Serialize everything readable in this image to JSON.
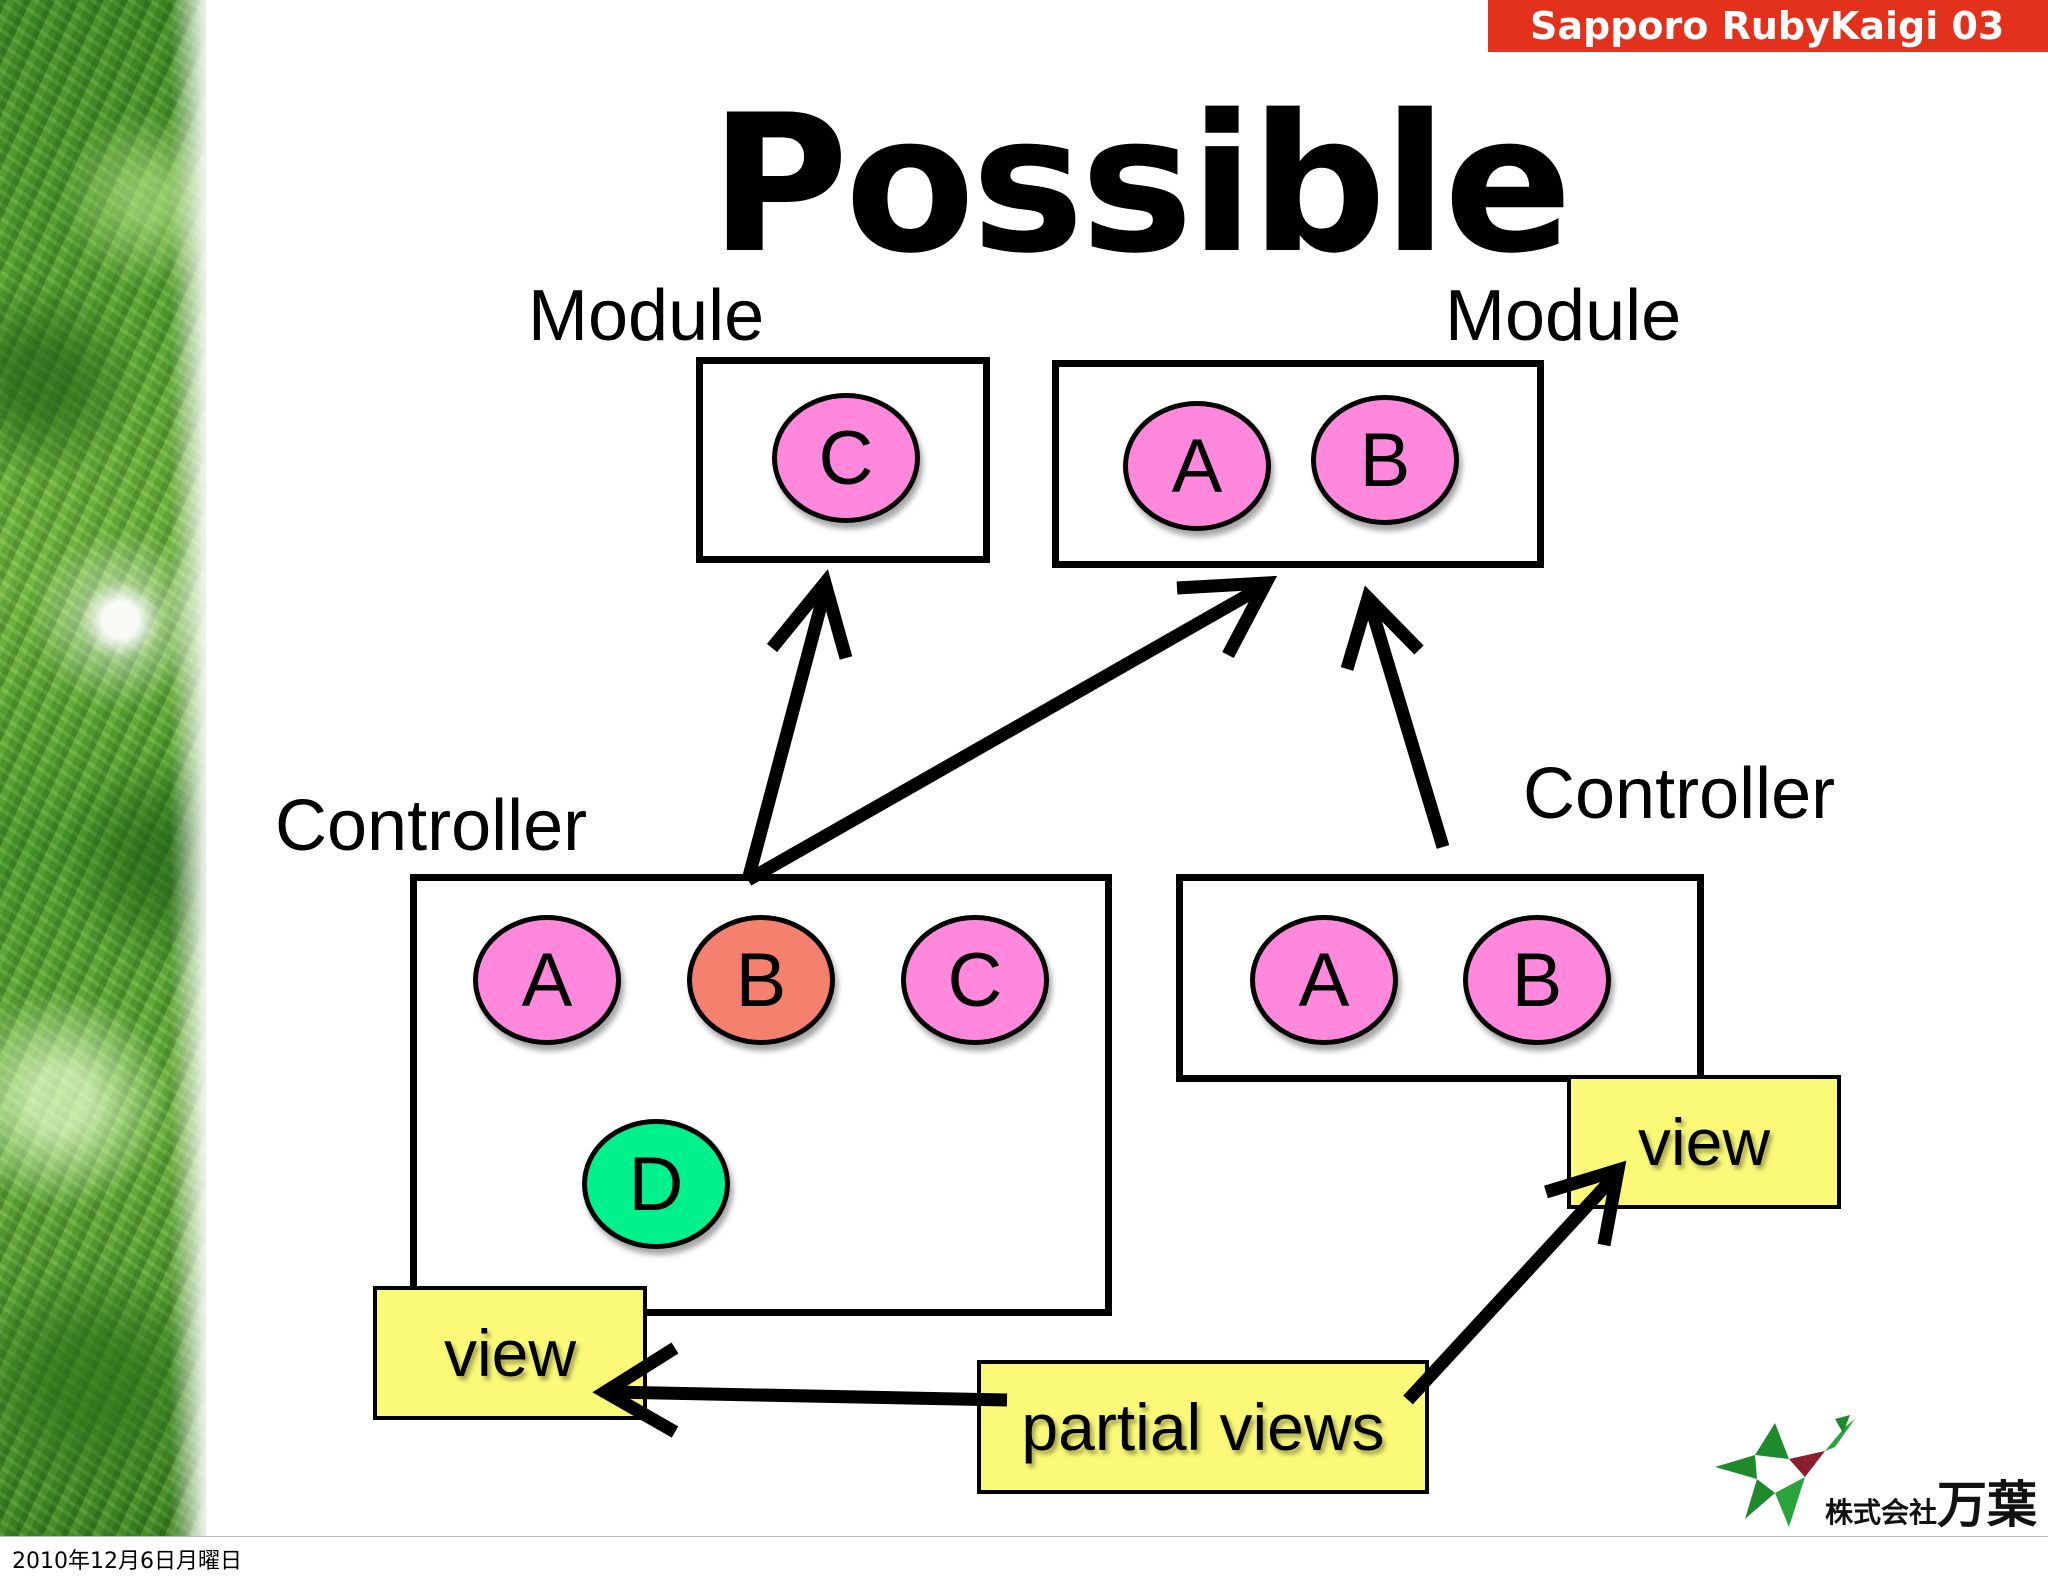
{
  "slide": {
    "badge": "Sapporo RubyKaigi 03",
    "title": "Possible",
    "labels": {
      "module_left": "Module",
      "module_right": "Module",
      "controller_left": "Controller",
      "controller_right": "Controller"
    },
    "modules": {
      "left": [
        "C"
      ],
      "right": [
        "A",
        "B"
      ]
    },
    "controllers": {
      "left": [
        "A",
        "B",
        "C",
        "D"
      ],
      "right": [
        "A",
        "B"
      ]
    },
    "views": {
      "left": "view",
      "right": "view",
      "partial": "partial views"
    },
    "colors": {
      "module_circle": "#ff88dd",
      "highlight_circle": "#f5806e",
      "new_circle": "#00f08c",
      "view_box": "#fafa78",
      "badge": "#e3321c"
    },
    "logo": {
      "prefix": "株式会社",
      "name": "万葉",
      "icon": "leaf-logo-icon"
    }
  },
  "footer": {
    "date": "2010年12月6日月曜日"
  }
}
